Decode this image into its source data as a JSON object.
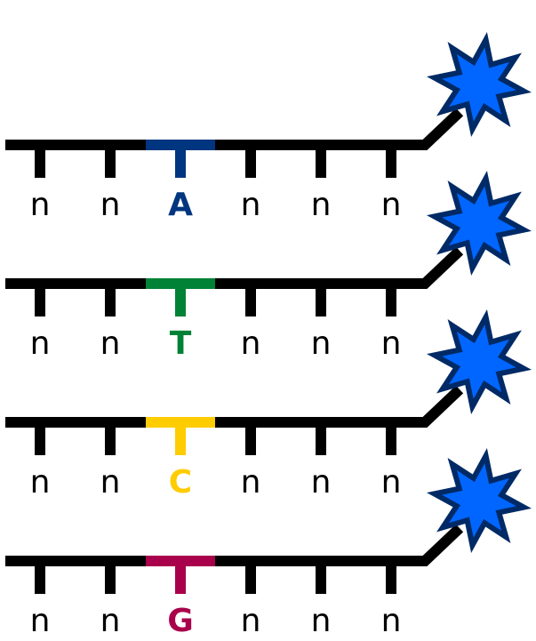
{
  "strands": [
    {
      "bases": [
        "n",
        "n",
        "A",
        "n",
        "n",
        "n"
      ],
      "highlight_index": 2,
      "color": "#003580"
    },
    {
      "bases": [
        "n",
        "n",
        "T",
        "n",
        "n",
        "n"
      ],
      "highlight_index": 2,
      "color": "#008236"
    },
    {
      "bases": [
        "n",
        "n",
        "C",
        "n",
        "n",
        "n"
      ],
      "highlight_index": 2,
      "color": "#ffcc00"
    },
    {
      "bases": [
        "n",
        "n",
        "G",
        "n",
        "n",
        "n"
      ],
      "highlight_index": 2,
      "color": "#a8004a"
    }
  ],
  "backbone_color": "#000000",
  "fluorophore": {
    "icon": "star-burst-icon",
    "fill": "#0066ff",
    "stroke": "#002a66"
  }
}
